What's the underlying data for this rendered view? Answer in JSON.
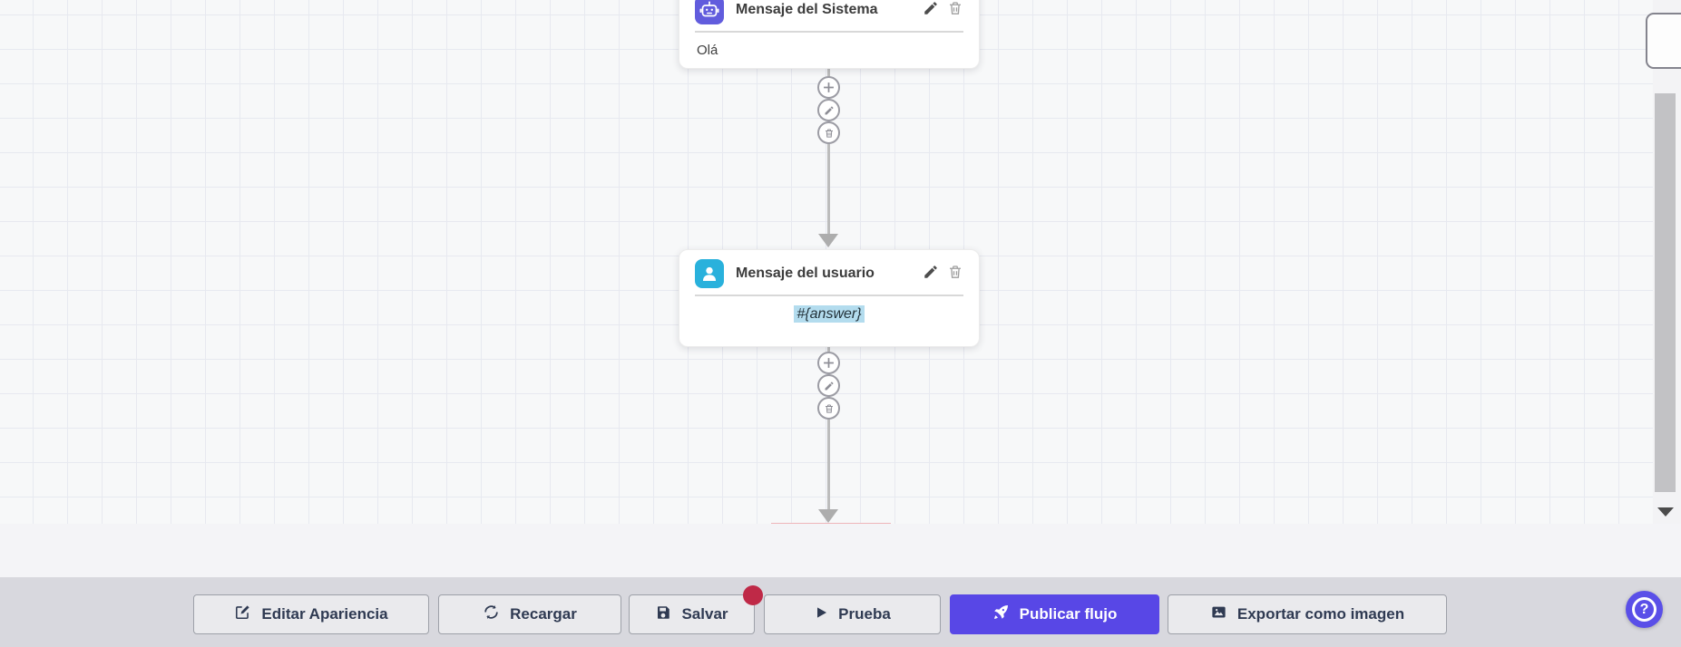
{
  "canvas": {
    "nodes": [
      {
        "title": "Mensaje del Sistema",
        "content": "Olá",
        "icon": "bot-icon",
        "icon_bg": "#615cdd"
      },
      {
        "title": "Mensaje del usuario",
        "content": "#{answer}",
        "icon": "user-icon",
        "icon_bg": "#29b1dc",
        "content_highlighted": true
      }
    ],
    "connector_actions": [
      "add",
      "edit",
      "delete"
    ]
  },
  "toolbar": {
    "buttons": [
      {
        "label": "Editar Apariencia",
        "icon": "edit-square-icon"
      },
      {
        "label": "Recargar",
        "icon": "refresh-icon"
      },
      {
        "label": "Salvar",
        "icon": "save-icon",
        "unsaved_badge": true
      },
      {
        "label": "Prueba",
        "icon": "play-icon"
      },
      {
        "label": "Publicar flujo",
        "icon": "rocket-icon",
        "primary": true
      },
      {
        "label": "Exportar como imagen",
        "icon": "image-icon"
      }
    ]
  },
  "help": {
    "label": "?"
  },
  "colors": {
    "accent": "#5847e6",
    "bot_icon_bg": "#615cdd",
    "user_icon_bg": "#29b1dc",
    "unsaved_dot": "#bf2947",
    "highlight": "#b3dcee",
    "toolbar_bg": "#d8d8de",
    "canvas_bg": "#f7f8f9"
  }
}
